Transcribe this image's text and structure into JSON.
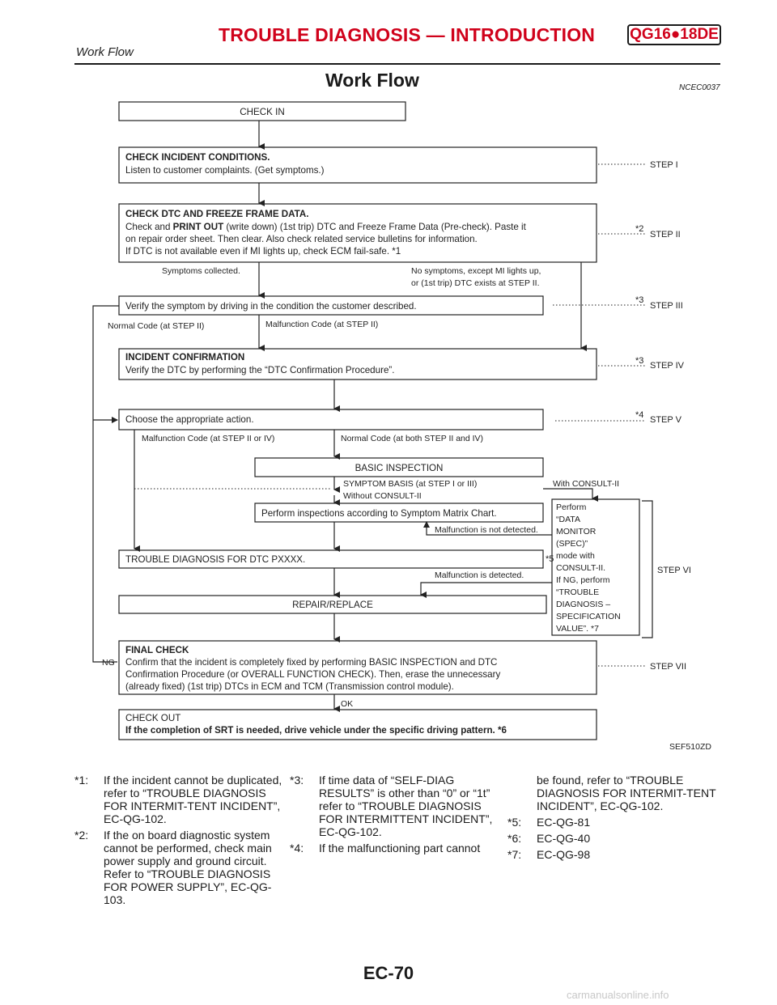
{
  "header": {
    "title": "TROUBLE DIAGNOSIS — INTRODUCTION",
    "engine": "QG16●18DE",
    "subtitle": "Work Flow"
  },
  "section": {
    "title": "Work Flow",
    "code": "NCEC0037"
  },
  "flow": {
    "check_in": "CHECK IN",
    "incident_title": "CHECK INCIDENT CONDITIONS.",
    "incident_text": "Listen to customer complaints. (Get symptoms.)",
    "dtc_title": "CHECK DTC AND FREEZE FRAME DATA.",
    "dtc_line1a": "Check and",
    "dtc_line1b": "PRINT OUT",
    "dtc_line1c": "(write down) (1st trip) DTC and Freeze Frame Data (Pre-check). Paste it",
    "dtc_line2": "on repair order sheet. Then clear. Also check related service bulletins for information.",
    "dtc_line3": "If DTC is not available even if MI lights up, check ECM fail-safe. *1",
    "symptoms_collected": "Symptoms collected.",
    "no_symptoms_1": "No symptoms, except MI lights up,",
    "no_symptoms_2": "or (1st trip) DTC exists at STEP II.",
    "verify": "Verify the symptom by driving in the condition the customer described.",
    "normal_code": "Normal Code (at STEP II)",
    "malf_code": "Malfunction Code (at STEP II)",
    "confirm_title": "INCIDENT CONFIRMATION",
    "confirm_text": "Verify the DTC by performing the “DTC Confirmation Procedure”.",
    "choose": "Choose the appropriate action.",
    "malf_code_2": "Malfunction Code (at STEP II or IV)",
    "normal_code_2": "Normal Code (at both STEP II and IV)",
    "basic": "BASIC INSPECTION",
    "symptom_basis": "SYMPTOM BASIS (at STEP I or III)",
    "with_consult": "With CONSULT-II",
    "without_consult": "Without CONSULT-II",
    "perform_insp": "Perform inspections according to Symptom Matrix Chart.",
    "malf_not_detected": "Malfunction is not detected.",
    "trouble_dtc": "TROUBLE DIAGNOSIS FOR DTC PXXXX.",
    "malf_detected": "Malfunction is detected.",
    "repair": "REPAIR/REPLACE",
    "final_title": "FINAL CHECK",
    "final_1": "Confirm that the incident is completely fixed by performing BASIC INSPECTION and DTC",
    "final_2": "Confirmation Procedure (or OVERALL FUNCTION CHECK). Then, erase the unnecessary",
    "final_3": "(already fixed) (1st trip) DTCs in ECM and TCM (Transmission control module).",
    "ng": "NG",
    "ok": "OK",
    "check_out": "CHECK OUT",
    "srt": "If the completion of SRT is needed, drive vehicle under the specific driving pattern. *6",
    "side_box": [
      "Perform",
      "“DATA",
      "MONITOR",
      "(SPEC)”",
      "mode with",
      "CONSULT-II.",
      "If NG, perform",
      "“TROUBLE",
      "DIAGNOSIS –",
      "SPECIFICATION",
      "VALUE”. *7"
    ],
    "steps": {
      "s1": "STEP I",
      "s2": "STEP II",
      "s3": "STEP III",
      "s4": "STEP IV",
      "s5": "STEP V",
      "s6": "STEP VI",
      "s7": "STEP VII"
    },
    "marks": {
      "m2": "*2",
      "m3a": "*3",
      "m3b": "*3",
      "m4": "*4",
      "m5": "*5"
    },
    "fig_code": "SEF510ZD"
  },
  "notes": {
    "col1": [
      {
        "k": "*1:",
        "v": "If the incident cannot be duplicated, refer to “TROUBLE DIAGNOSIS FOR INTERMIT-TENT INCIDENT”, EC-QG-102."
      },
      {
        "k": "*2:",
        "v": "If the on board diagnostic system cannot be performed, check main power supply and ground circuit. Refer to “TROUBLE DIAGNOSIS FOR POWER SUPPLY”, EC-QG-103."
      }
    ],
    "col2": [
      {
        "k": "*3:",
        "v": "If time data of “SELF-DIAG RESULTS” is other than “0” or “1t” refer to “TROUBLE DIAGNOSIS FOR INTERMITTENT INCIDENT”, EC-QG-102."
      },
      {
        "k": "*4:",
        "v": "If the malfunctioning part cannot"
      }
    ],
    "col3_cont": "be found, refer to “TROUBLE DIAGNOSIS FOR INTERMIT-TENT INCIDENT”, EC-QG-102.",
    "col3": [
      {
        "k": "*5:",
        "v": "EC-QG-81"
      },
      {
        "k": "*6:",
        "v": "EC-QG-40"
      },
      {
        "k": "*7:",
        "v": "EC-QG-98"
      }
    ]
  },
  "page_number": "EC-70",
  "watermark": "carmanualsonline.info"
}
